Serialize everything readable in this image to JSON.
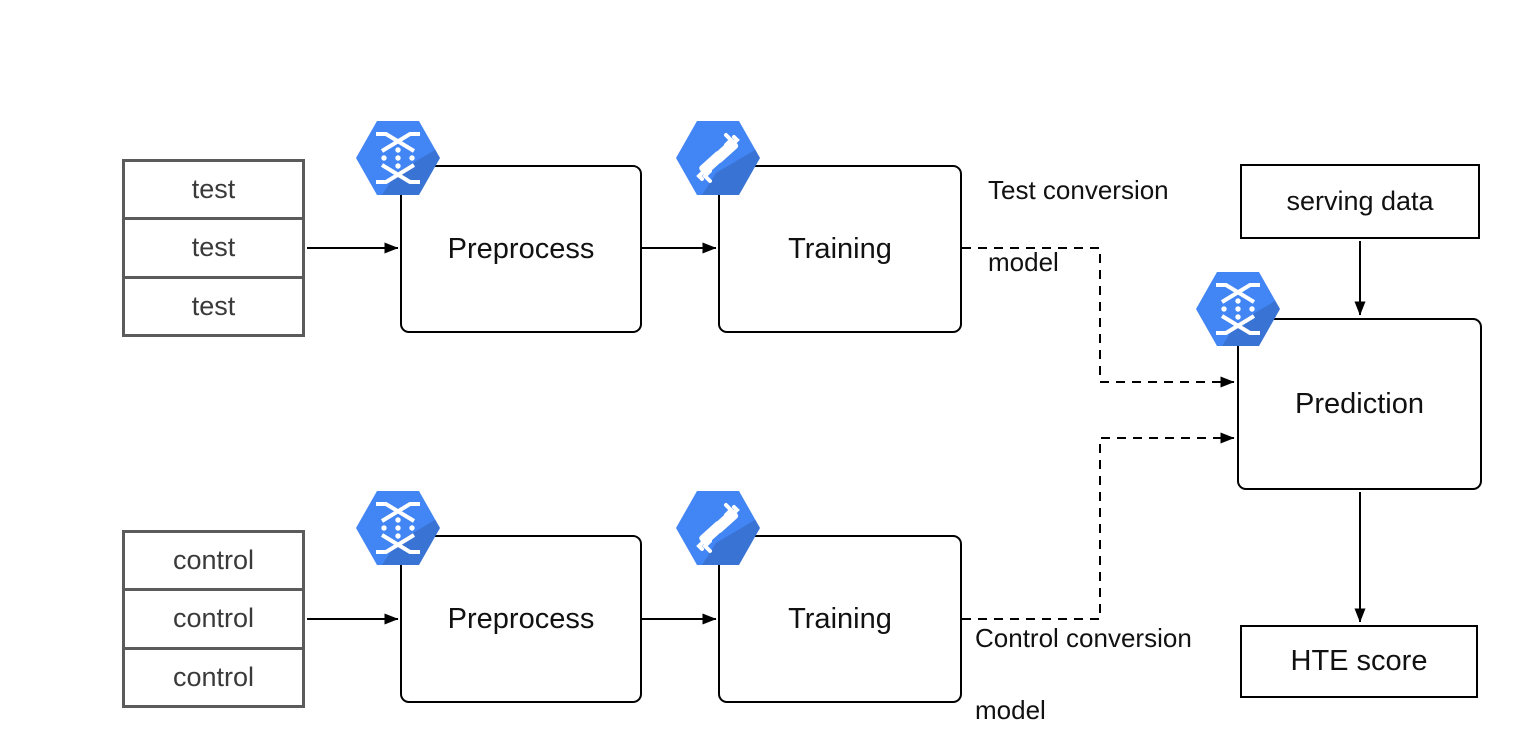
{
  "colors": {
    "icon_blue": "#4285F4",
    "icon_blue_shade": "#2f6bd8",
    "node_border": "#000000",
    "stack_border": "#5b5b5b",
    "stack_text": "#3a3a3a"
  },
  "test_pipeline": {
    "stack": [
      "test",
      "test",
      "test"
    ],
    "preprocess_label": "Preprocess",
    "training_label": "Training",
    "output_label_line1": "Test conversion",
    "output_label_line2": "model"
  },
  "control_pipeline": {
    "stack": [
      "control",
      "control",
      "control"
    ],
    "preprocess_label": "Preprocess",
    "training_label": "Training",
    "output_label_line1": "Control conversion",
    "output_label_line2": "model"
  },
  "serving_branch": {
    "serving_data_label": "serving data",
    "prediction_label": "Prediction",
    "hte_score_label": "HTE score"
  },
  "icons": {
    "preprocess_icon": "cloud-dataflow",
    "training_icon": "cloud-ml-engine",
    "prediction_icon": "cloud-dataflow"
  }
}
